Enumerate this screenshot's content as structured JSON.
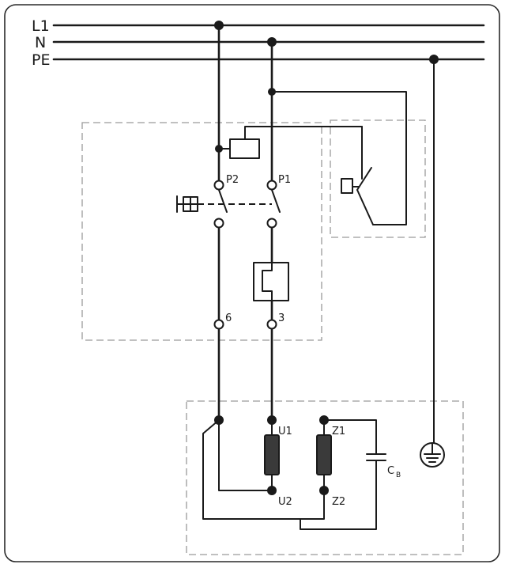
{
  "lines": {
    "l1": "L1",
    "n": "N",
    "pe": "PE"
  },
  "switch": {
    "p1": "P1",
    "p2": "P2",
    "t6": "6",
    "t3": "3"
  },
  "motor": {
    "u1": "U1",
    "u2": "U2",
    "z1": "Z1",
    "z2": "Z2",
    "cap": "C",
    "cap_sub": "B"
  }
}
